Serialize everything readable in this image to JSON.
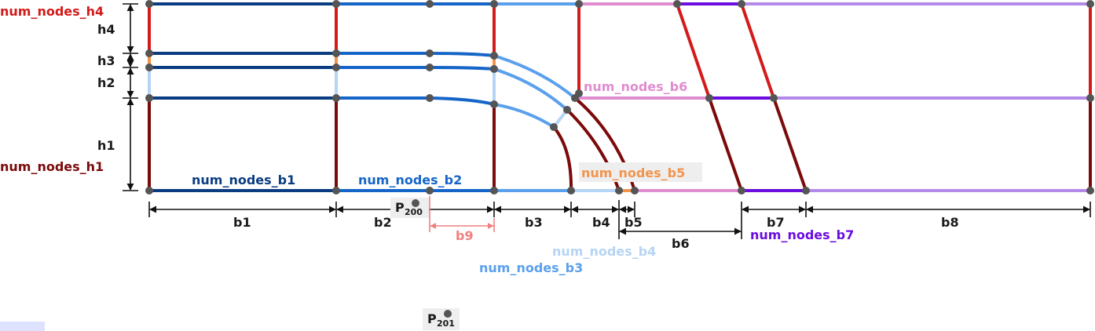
{
  "colors": {
    "b1": "#0b3c82",
    "b2": "#1565c8",
    "b3": "#5aa0ec",
    "b4": "#b6d4f5",
    "b5": "#f2944c",
    "b6": "#e08cd0",
    "b7": "#6a0dde",
    "b8": "#b48ae8",
    "b9": "#f08080",
    "h1": "#7b0a0a",
    "h2": "#b6d4f5",
    "h3": "#f2944c",
    "h4": "#d41a1a",
    "dim": "#111111",
    "node": "#555555"
  },
  "labels": {
    "num_nodes_h4": "num_nodes_h4",
    "h4": "h4",
    "h3": "h3",
    "h2": "h2",
    "h1": "h1",
    "num_nodes_h1": "num_nodes_h1",
    "num_nodes_b1": "num_nodes_b1",
    "num_nodes_b2": "num_nodes_b2",
    "num_nodes_b3": "num_nodes_b3",
    "num_nodes_b4": "num_nodes_b4",
    "num_nodes_b5": "num_nodes_b5",
    "num_nodes_b6": "num_nodes_b6",
    "num_nodes_b7": "num_nodes_b7",
    "b1": "b1",
    "b2": "b2",
    "b3": "b3",
    "b4": "b4",
    "b5": "b5",
    "b6": "b6",
    "b7": "b7",
    "b8": "b8",
    "b9": "b9",
    "p200_main": "P",
    "p200_sub": "200",
    "p201_main": "P",
    "p201_sub": "201"
  }
}
